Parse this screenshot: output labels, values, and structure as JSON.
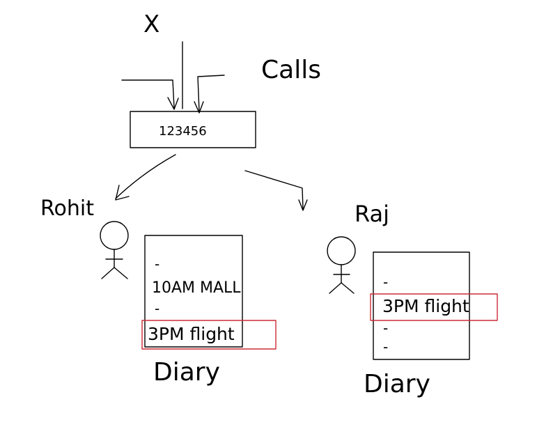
{
  "caller": {
    "label": "X"
  },
  "calls_label": "Calls",
  "phone": {
    "number": "123456"
  },
  "people": [
    {
      "name": "Rohit",
      "diary": {
        "title": "Diary",
        "entries": [
          "-",
          "10AM MALL",
          "-",
          "3PM flight"
        ],
        "highlighted_entry": "3PM flight"
      }
    },
    {
      "name": "Raj",
      "diary": {
        "title": "Diary",
        "entries": [
          "-",
          "3PM flight",
          "-",
          "-"
        ],
        "highlighted_entry": "3PM flight"
      }
    }
  ],
  "colors": {
    "ink": "#000000",
    "highlight": "#cc2b36",
    "background": "#ffffff"
  }
}
